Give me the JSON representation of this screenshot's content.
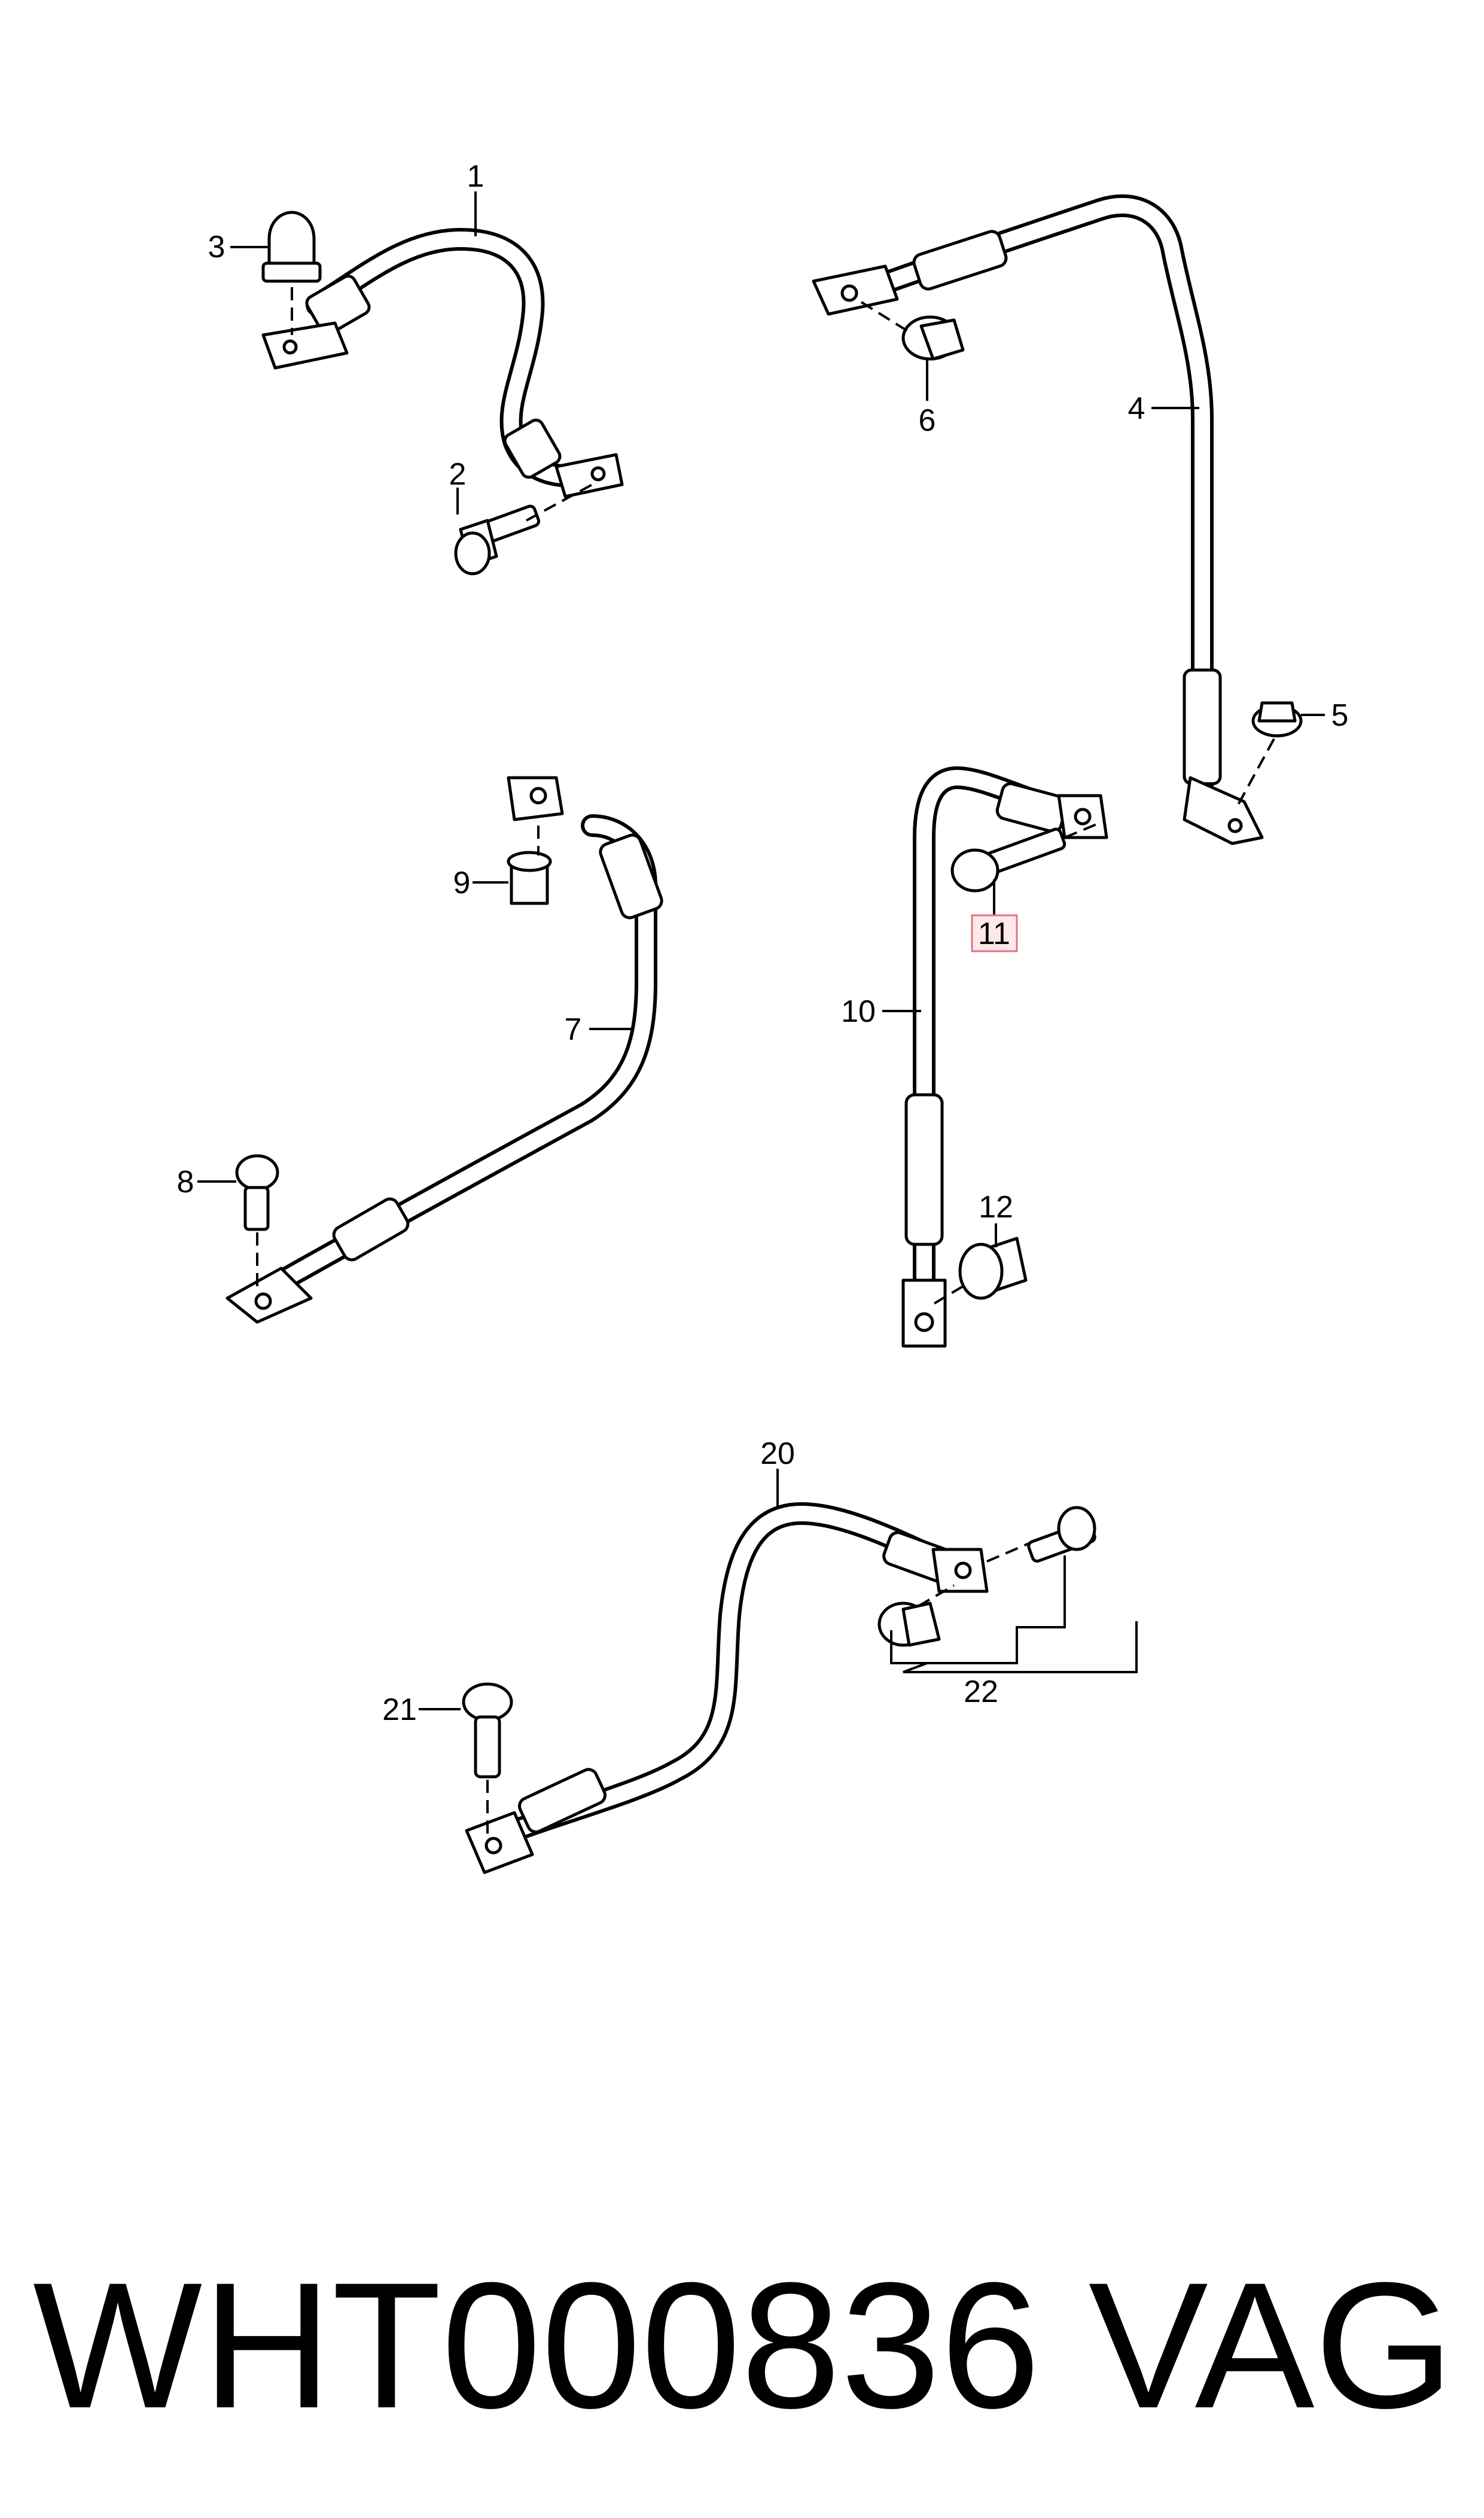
{
  "callouts": {
    "c1": "1",
    "c2": "2",
    "c3": "3",
    "c4": "4",
    "c5": "5",
    "c6": "6",
    "c7": "7",
    "c8": "8",
    "c9": "9",
    "c10": "10",
    "c11": "11",
    "c12": "12",
    "c20": "20",
    "c21": "21",
    "c22": "22"
  },
  "highlighted_callout": "11",
  "footer": {
    "part_number": "WHT000836",
    "brand": "VAG"
  }
}
